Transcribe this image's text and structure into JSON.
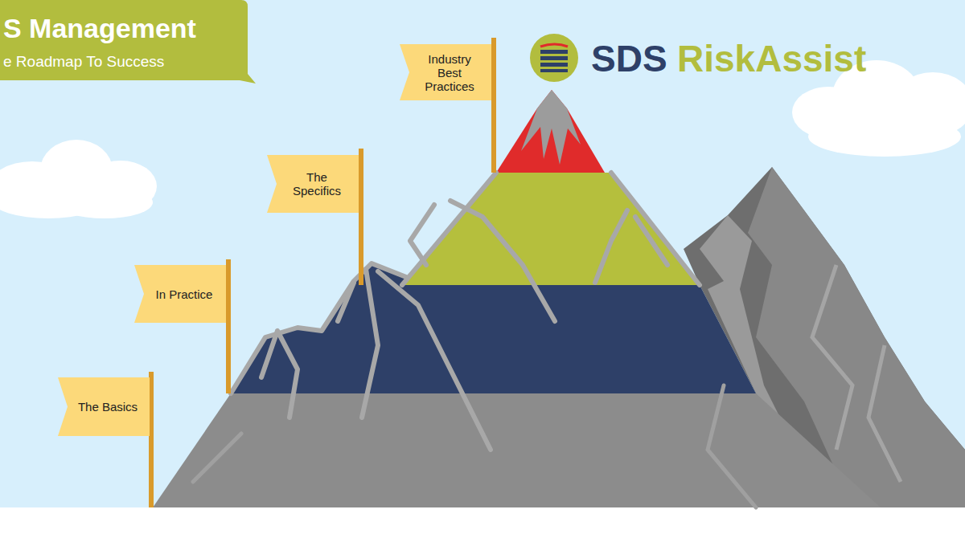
{
  "diagram": {
    "title": "S Management",
    "nodes": [
      {
        "text": [
          "Industry Best Practices"
        ]
      },
      {
        "text": [
          "The Specifics"
        ]
      },
      {
        "text": [
          "In Practice"
        ]
      },
      {
        "text": [
          "The Basics"
        ]
      }
    ],
    "labels": [
      "e Roadmap To Success",
      "SDS",
      "RiskAssist"
    ]
  }
}
